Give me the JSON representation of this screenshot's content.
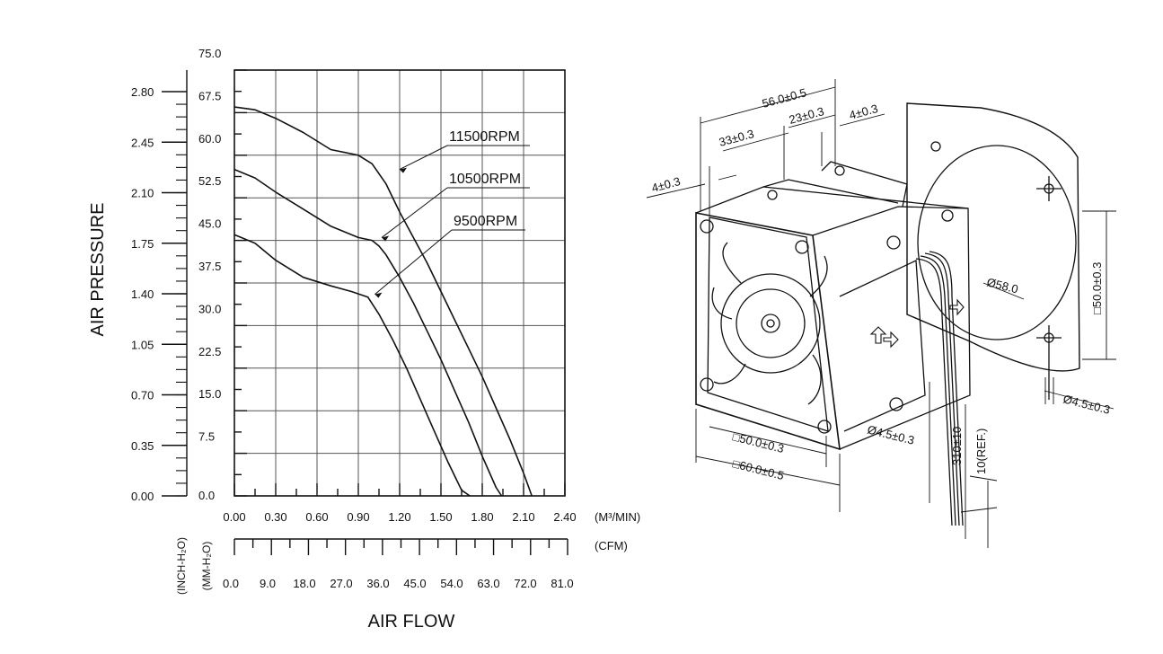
{
  "chart_data": {
    "type": "line",
    "xlabel": "AIR FLOW",
    "ylabel": "AIR PRESSURE",
    "x_unit_primary": "(M³/MIN)",
    "x_unit_secondary": "(CFM)",
    "y_unit_primary": "(INCH-H₂O)",
    "y_unit_secondary": "(MM-H₂O)",
    "x_ticks_m3min": [
      "0.00",
      "0.30",
      "0.60",
      "0.90",
      "1.20",
      "1.50",
      "1.80",
      "2.10",
      "2.40"
    ],
    "x_ticks_cfm": [
      "0.0",
      "9.0",
      "18.0",
      "27.0",
      "36.0",
      "45.0",
      "54.0",
      "63.0",
      "72.0",
      "81.0"
    ],
    "y_ticks_mmh2o": [
      "0.0",
      "7.5",
      "15.0",
      "22.5",
      "30.0",
      "37.5",
      "45.0",
      "52.5",
      "60.0",
      "67.5",
      "75.0"
    ],
    "y_ticks_inchh2o": [
      "0.00",
      "0.35",
      "0.70",
      "1.05",
      "1.40",
      "1.75",
      "2.10",
      "2.45",
      "2.80"
    ],
    "xlim": [
      0,
      2.4
    ],
    "ylim": [
      0,
      75
    ],
    "grid": true,
    "series": [
      {
        "name": "11500RPM",
        "x": [
          0.0,
          0.15,
          0.3,
          0.5,
          0.7,
          0.9,
          1.0,
          1.1,
          1.2,
          1.3,
          1.4,
          1.5,
          1.6,
          1.7,
          1.8,
          1.9,
          2.0,
          2.1,
          2.16
        ],
        "y": [
          68.5,
          68.0,
          66.5,
          64.0,
          61.0,
          60.0,
          58.5,
          55.0,
          50.0,
          45.5,
          41.0,
          36.0,
          31.0,
          26.0,
          21.0,
          15.5,
          10.0,
          4.0,
          0.0
        ]
      },
      {
        "name": "10500RPM",
        "x": [
          0.0,
          0.15,
          0.3,
          0.5,
          0.7,
          0.9,
          1.0,
          1.05,
          1.1,
          1.2,
          1.3,
          1.4,
          1.5,
          1.6,
          1.7,
          1.8,
          1.9,
          1.94
        ],
        "y": [
          57.5,
          56.0,
          53.5,
          50.5,
          47.5,
          45.5,
          45.0,
          44.0,
          42.5,
          38.5,
          34.0,
          29.0,
          24.0,
          18.5,
          13.0,
          7.0,
          1.5,
          0.0
        ]
      },
      {
        "name": "9500RPM",
        "x": [
          0.0,
          0.15,
          0.3,
          0.5,
          0.7,
          0.85,
          0.97,
          1.05,
          1.15,
          1.25,
          1.35,
          1.45,
          1.55,
          1.65,
          1.71
        ],
        "y": [
          46.0,
          44.5,
          41.5,
          38.5,
          37.0,
          36.0,
          35.0,
          32.0,
          27.5,
          22.5,
          17.0,
          11.5,
          6.0,
          1.0,
          0.0
        ]
      }
    ]
  },
  "drawing": {
    "dimensions": {
      "overall_length": "56.0±0.5",
      "body_depth": "33±0.3",
      "guard_depth": "23±0.3",
      "flange_right": "4±0.3",
      "flange_left": "4±0.3",
      "hole_spacing_front": "□50.0±0.3",
      "frame_size": "□60.0±0.5",
      "hole_dia_front": "Ø4.5±0.3",
      "hole_dia_side": "Ø4.5±0.3",
      "guard_dia": "Ø58.0",
      "hole_spacing_side": "□50.0±0.3",
      "lead_length": "310±10",
      "strip_length": "10(REF.)"
    }
  }
}
